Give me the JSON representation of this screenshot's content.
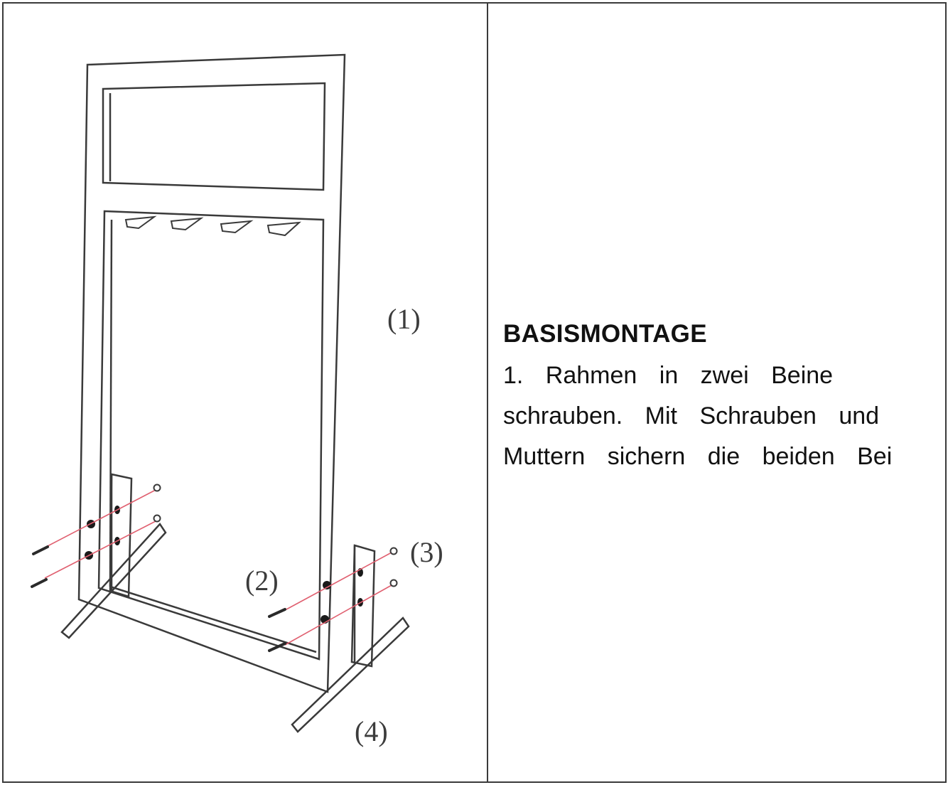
{
  "diagram": {
    "callouts": [
      {
        "id": "part-1",
        "label": "(1)"
      },
      {
        "id": "part-2",
        "label": "(2)"
      },
      {
        "id": "part-3",
        "label": "(3)"
      },
      {
        "id": "part-4",
        "label": "(4)"
      }
    ]
  },
  "instructions": {
    "heading": "BASISMONTAGE",
    "lines": [
      "1. Rahmen in zwei Beine",
      "schrauben. Mit Schrauben und",
      "Muttern sichern die beiden Bei"
    ]
  },
  "colors": {
    "line": "#3a3a3a",
    "guide": "#e06070",
    "text": "#111111"
  }
}
